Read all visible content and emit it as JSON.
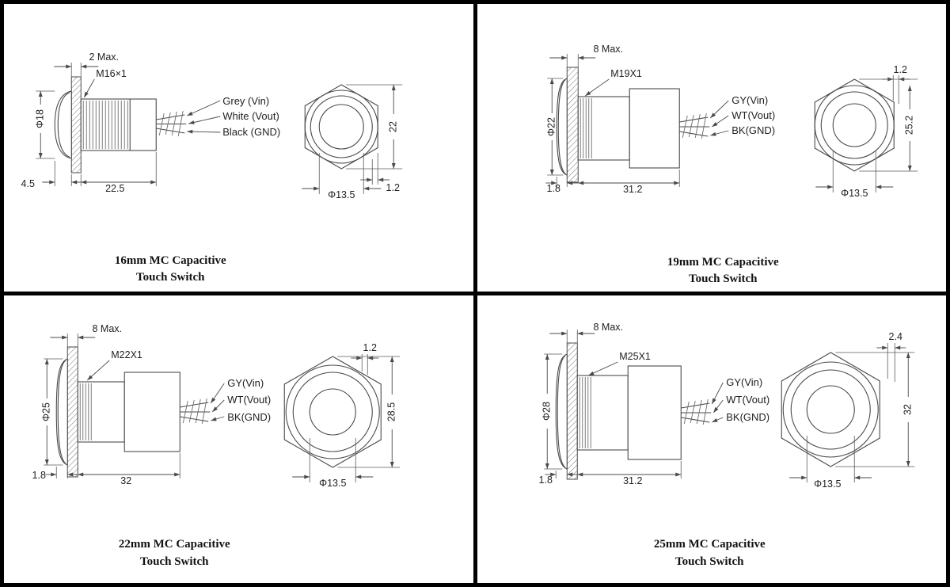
{
  "panels": [
    {
      "id": "16mm",
      "caption1": "16mm MC Capacitive",
      "caption2": "Touch Switch",
      "panel_max": "2 Max.",
      "thread": "M16×1",
      "wire_vin": "Grey (Vin)",
      "wire_vout": "White (Vout)",
      "wire_gnd": "Black (GND)",
      "head_dia": "Φ18",
      "head_depth": "4.5",
      "body_len": "22.5",
      "hex_size": "22",
      "bezel": "1.2",
      "inner_dia": "Φ13.5"
    },
    {
      "id": "19mm",
      "caption1": "19mm MC Capacitive",
      "caption2": "Touch Switch",
      "panel_max": "8 Max.",
      "thread": "M19X1",
      "wire_vin": "GY(Vin)",
      "wire_vout": "WT(Vout)",
      "wire_gnd": "BK(GND)",
      "head_dia": "Φ22",
      "head_depth": "1.8",
      "body_len": "31.2",
      "hex_size": "25.2",
      "bezel": "1.2",
      "inner_dia": "Φ13.5"
    },
    {
      "id": "22mm",
      "caption1": "22mm MC Capacitive",
      "caption2": "Touch Switch",
      "panel_max": "8 Max.",
      "thread": "M22X1",
      "wire_vin": "GY(Vin)",
      "wire_vout": "WT(Vout)",
      "wire_gnd": "BK(GND)",
      "head_dia": "Φ25",
      "head_depth": "1.8",
      "body_len": "32",
      "hex_size": "28.5",
      "bezel": "1.2",
      "inner_dia": "Φ13.5"
    },
    {
      "id": "25mm",
      "caption1": "25mm MC Capacitive",
      "caption2": "Touch Switch",
      "panel_max": "8 Max.",
      "thread": "M25X1",
      "wire_vin": "GY(Vin)",
      "wire_vout": "WT(Vout)",
      "wire_gnd": "BK(GND)",
      "head_dia": "Φ28",
      "head_depth": "1.8",
      "body_len": "31.2",
      "hex_size": "32",
      "bezel": "2.4",
      "inner_dia": "Φ13.5"
    }
  ]
}
